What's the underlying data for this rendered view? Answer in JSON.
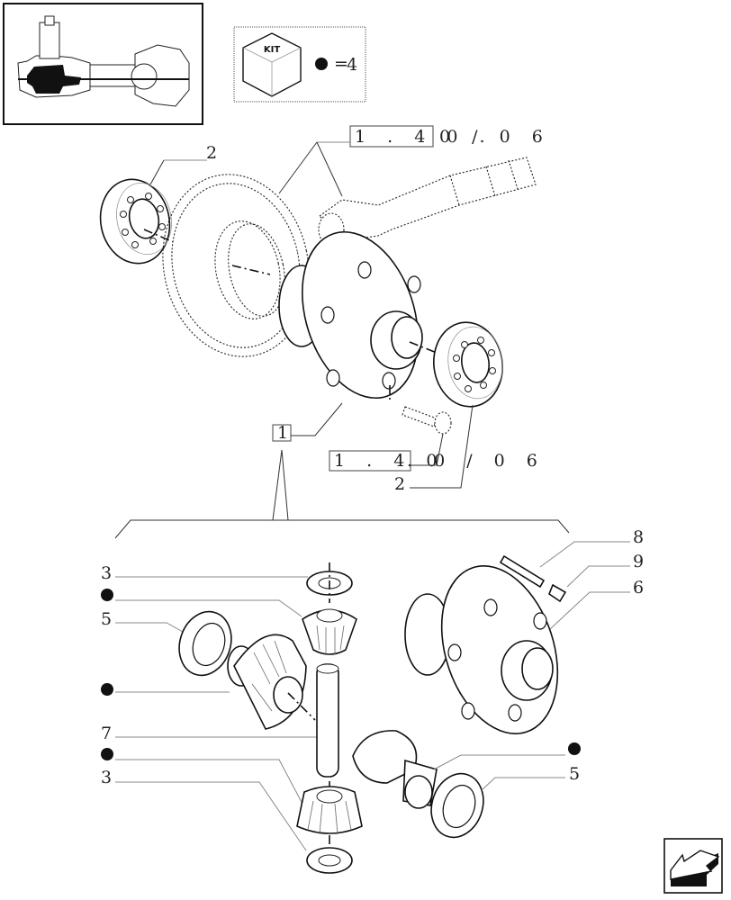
{
  "thumbnail": {
    "description": "axle assembly overview with differential highlighted"
  },
  "kit_box": {
    "kit_label": "KIT",
    "equals": "=",
    "quantity": "4"
  },
  "references": [
    {
      "boxed": "1 . 4 0 .",
      "suffix": "0 / 0 6"
    },
    {
      "boxed": "1 . 4 0",
      "suffix": ". 0 / 0 6"
    }
  ],
  "callouts": {
    "item1": "1",
    "item2_top": "2",
    "item2_bottom": "2",
    "item3_top": "3",
    "item3_bottom": "3",
    "item5_left": "5",
    "item5_right": "5",
    "item6": "6",
    "item7": "7",
    "item8": "8",
    "item9": "9"
  },
  "kit_markers": [
    {
      "position": "left-upper",
      "symbol": "●"
    },
    {
      "position": "left-middle",
      "symbol": "●"
    },
    {
      "position": "left-lower",
      "symbol": "●"
    },
    {
      "position": "right",
      "symbol": "●"
    }
  ],
  "nav": {
    "icon": "back-arrow-icon"
  }
}
